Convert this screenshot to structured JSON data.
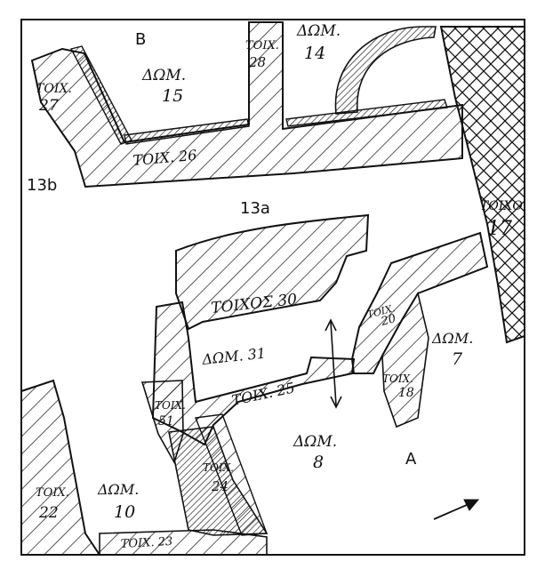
{
  "labels": {
    "area_b": "B",
    "area_a": "A",
    "area_13a": "13a",
    "area_13b": "13b",
    "wall_27_top": "ΤΟΙΧ.",
    "wall_27_num": "27",
    "room_15_top": "ΔΩΜ.",
    "room_15_num": "15",
    "wall_28_top": "ΤΟΙΧ.",
    "wall_28_num": "28",
    "room_14_top": "ΔΩΜ.",
    "room_14_num": "14",
    "wall_26": "ΤΟΙΧ. 26",
    "wall_17_top": "ΤΟΙΧΟ",
    "wall_17_num": "17",
    "wall_30": "ΤΟΙΧΟΣ 30",
    "wall_20_top": "ΤΟΙΧ.",
    "wall_20_num": "20",
    "room_7_top": "ΔΩΜ.",
    "room_7_num": "7",
    "room_31": "ΔΩΜ. 31",
    "wall_25": "ΤΟΙΧ. 25",
    "wall_18_top": "ΤΟΙΧ.",
    "wall_18_num": "18",
    "wall_51_top": "ΤΟΙΧ.",
    "wall_51_num": "51",
    "room_8_top": "ΔΩΜ.",
    "room_8_num": "8",
    "wall_22_top": "ΤΟΙΧ.",
    "wall_22_num": "22",
    "room_10_top": "ΔΩΜ.",
    "room_10_num": "10",
    "wall_24_top": "ΤΟΙΧ.",
    "wall_24_num": "24",
    "wall_23": "ΤΟΙΧ. 23"
  },
  "colors": {
    "ink": "#111111",
    "paper": "#ffffff"
  },
  "icons": {
    "north_arrow": "north-arrow-icon",
    "section_marker": "double-arrow-icon"
  }
}
